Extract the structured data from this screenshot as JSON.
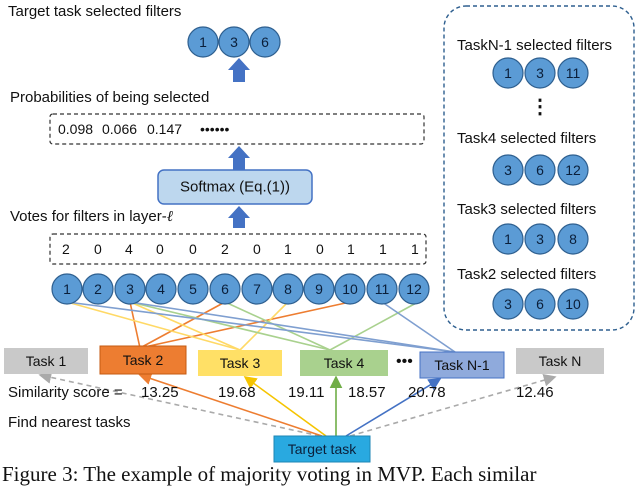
{
  "target_selected": {
    "label": "Target task selected filters",
    "filters": [
      "1",
      "3",
      "6"
    ]
  },
  "probabilities": {
    "label": "Probabilities of being selected",
    "values": [
      "0.098",
      "0.066",
      "0.147"
    ],
    "ellipsis": "••••••"
  },
  "softmax": {
    "label": "Softmax (Eq.(1))"
  },
  "votes": {
    "label": "Votes for filters in layer-",
    "layer_symbol": "ℓ",
    "values": [
      "2",
      "0",
      "4",
      "0",
      "0",
      "2",
      "0",
      "1",
      "0",
      "1",
      "1",
      "1"
    ]
  },
  "filters": [
    "1",
    "2",
    "3",
    "4",
    "5",
    "6",
    "7",
    "8",
    "9",
    "10",
    "11",
    "12"
  ],
  "tasks": [
    {
      "label": "Task 1",
      "color": "#c9c9c9"
    },
    {
      "label": "Task 2",
      "color": "#ed7d31"
    },
    {
      "label": "Task 3",
      "color": "#ffe066"
    },
    {
      "label": "Task 4",
      "color": "#a9d18e"
    },
    {
      "label": "Task N-1",
      "color": "#8faadc"
    },
    {
      "label": "Task N",
      "color": "#c9c9c9"
    }
  ],
  "task_ellipsis": "•••",
  "similarity": {
    "label": "Similarity score =",
    "values": [
      "13.25",
      "19.68",
      "19.11",
      "18.57",
      "20.78",
      "12.46"
    ]
  },
  "find_nearest": "Find nearest tasks",
  "target_task": {
    "label": "Target task",
    "color": "#29a9e0"
  },
  "side_panel": {
    "groups": [
      {
        "label": "TaskN-1 selected filters",
        "filters": [
          "1",
          "3",
          "11"
        ]
      },
      {
        "label": "Task4 selected filters",
        "filters": [
          "3",
          "6",
          "12"
        ]
      },
      {
        "label": "Task3 selected filters",
        "filters": [
          "1",
          "3",
          "8"
        ]
      },
      {
        "label": "Task2 selected filters",
        "filters": [
          "3",
          "6",
          "10"
        ]
      }
    ],
    "ellipsis": "⋮"
  },
  "caption": "Figure 3:  The example of majority voting in MVP. Each similar",
  "colors": {
    "circle_fill": "#5b9bd5",
    "circle_stroke": "#2e5f8f",
    "arrow": "#4472c4"
  }
}
